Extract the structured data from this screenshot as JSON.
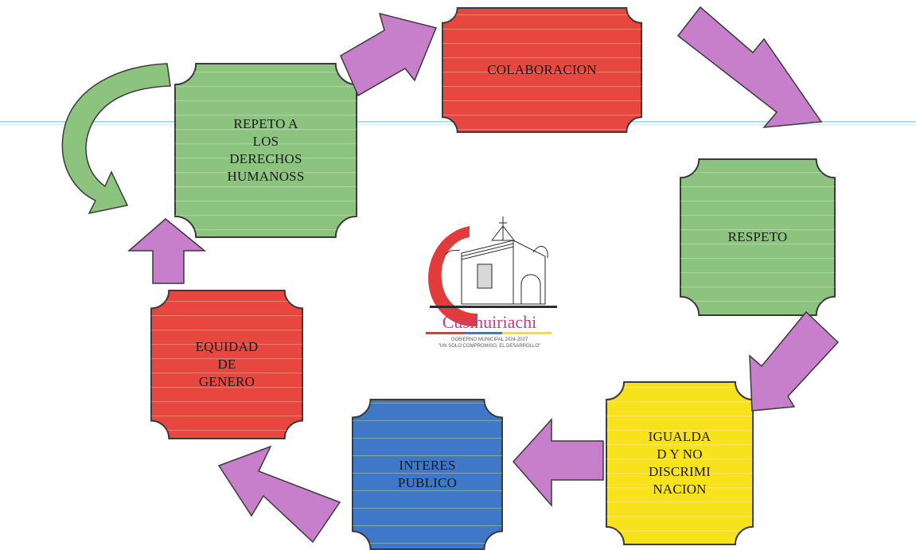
{
  "colors": {
    "green": "#8cc47f",
    "red": "#e8473f",
    "yellow": "#f8e21c",
    "blue": "#3f78c9",
    "arrow_purple": "#c77fcb",
    "cycle_green": "#8cc47f",
    "border": "#3a3a3a"
  },
  "nodes": [
    {
      "id": "respeto-derechos",
      "label": "REPETO A\nLOS\nDERECHOS\nHUMANOSS",
      "color": "green"
    },
    {
      "id": "colaboracion",
      "label": "COLABORACION",
      "color": "red"
    },
    {
      "id": "respeto",
      "label": "RESPETO",
      "color": "green"
    },
    {
      "id": "igualdad",
      "label": "IGUALDA\nD Y NO\nDISCRIMI\nNACION",
      "color": "yellow"
    },
    {
      "id": "interes-publico",
      "label": "INTERES\nPUBLICO",
      "color": "blue"
    },
    {
      "id": "equidad",
      "label": "EQUIDAD\nDE\nGENERO",
      "color": "red"
    }
  ],
  "logo": {
    "name": "Cusihuiriachi",
    "line1": "GOBIERNO MUNICIPAL 2024-2027",
    "line2": "\"UN SOLO COMPROMISO, EL DESARROLLO\""
  }
}
